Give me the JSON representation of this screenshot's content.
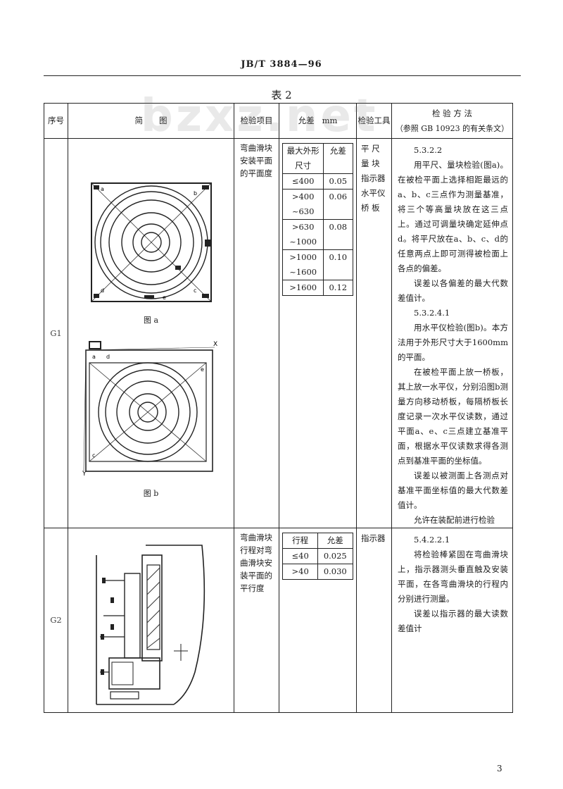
{
  "header": {
    "standard_number": "JB/T 3884—96"
  },
  "table_title": "表 2",
  "watermark": "bzxz.net",
  "columns": {
    "seq": "序号",
    "diagram": "简　　图",
    "item": "检验项目",
    "tolerance": "允差",
    "tolerance_unit": "mm",
    "tools": "检验工具",
    "method": "检 验 方 法",
    "method_note": "（参照 GB 10923 的有关条文）"
  },
  "rows": [
    {
      "seq": "G1",
      "item": "弯曲滑块安装平面的平面度",
      "tol_headers": [
        "最大外形尺寸",
        "允差"
      ],
      "tol_rows": [
        {
          "size": "≤400",
          "value": "0.05"
        },
        {
          "size": ">400 ~630",
          "value": "0.06"
        },
        {
          "size": ">630 ~1000",
          "value": "0.08"
        },
        {
          "size": ">1000 ~1600",
          "value": "0.10"
        },
        {
          "size": ">1600",
          "value": "0.12"
        }
      ],
      "tools": [
        "平 尺",
        "量 块",
        "指示器",
        "水平仪",
        "桥 板"
      ],
      "method": [
        "5.3.2.2",
        "用平尺、量块检验(图a)。在被检平面上选择相距最远的a、b、c三点作为测量基准，将三个等高量块放在这三点上。通过可调量块确定延伸点d。将平尺放在a、b、c、d的任意两点上即可测得被检面上各点的偏差。",
        "误差以各偏差的最大代数差值计。",
        "5.3.2.4.1",
        "用水平仪检验(图b)。本方法用于外形尺寸大于1600mm的平面。",
        "在被检平面上放一桥板，其上放一水平仪，分别沿图b测量方向移动桥板，每隔桥板长度记录一次水平仪读数，通过平面a、e、c三点建立基准平面，根据水平仪读数求得各测点到基准平面的坐标值。",
        "误差以被测面上各测点对基准平面坐标值的最大代数差值计。",
        "允许在装配前进行检验"
      ],
      "fig_a": {
        "label": "图 a",
        "points": [
          "a",
          "b",
          "c",
          "d",
          "e"
        ]
      },
      "fig_b": {
        "label": "图 b",
        "axes": [
          "X",
          "Y"
        ],
        "points": [
          "a",
          "c",
          "d",
          "e"
        ]
      }
    },
    {
      "seq": "G2",
      "item": "弯曲滑块行程对弯曲滑块安装平面的平行度",
      "tol_headers": [
        "行程",
        "允差"
      ],
      "tol_rows": [
        {
          "size": "≤40",
          "value": "0.025"
        },
        {
          "size": ">40",
          "value": "0.030"
        }
      ],
      "tools": [
        "指示器"
      ],
      "method": [
        "5.4.2.2.1",
        "将检验棒紧固在弯曲滑块上，指示器测头垂直触及安装平面，在各弯曲滑块的行程内分别进行测量。",
        "误差以指示器的最大读数差值计"
      ]
    }
  ],
  "page_number": "3"
}
